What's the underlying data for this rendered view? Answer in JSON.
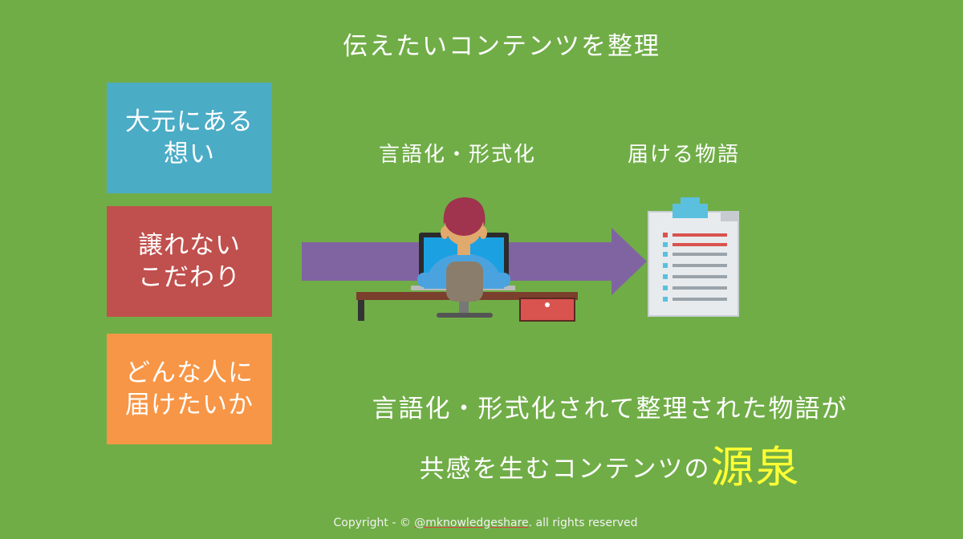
{
  "title": "伝えたいコンテンツを整理",
  "boxes": [
    {
      "line1": "大元にある",
      "line2": "想い",
      "color": "#4bacc6"
    },
    {
      "line1": "譲れない",
      "line2": "こだわり",
      "color": "#c0504d"
    },
    {
      "line1": "どんな人に",
      "line2": "届けたいか",
      "color": "#f79646"
    }
  ],
  "labels": {
    "verbalize": "言語化・形式化",
    "story": "届ける物語"
  },
  "summary": {
    "line1": "言語化・形式化されて整理された物語が",
    "line2_prefix": "共感を生むコンテンツの",
    "line2_highlight": "源泉"
  },
  "copyright": {
    "prefix": "Copyright - © ",
    "handle": "@mknowledgeshare",
    "suffix": ". all rights reserved"
  },
  "colors": {
    "background": "#70ad47",
    "arrow": "#8064a2",
    "highlight": "#ffff33"
  },
  "icons": {
    "worker": "person-at-computer-icon",
    "document": "clipboard-document-icon"
  }
}
